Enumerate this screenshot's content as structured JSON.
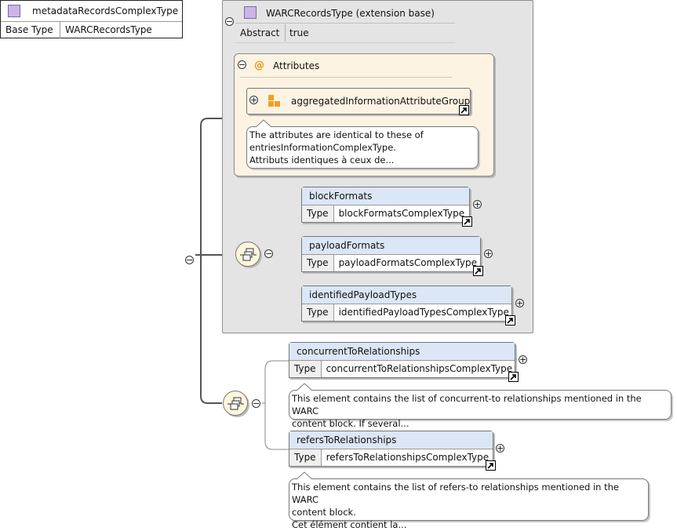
{
  "colors": {
    "element_header": "#dbe6f6",
    "attributes_bg": "#fdf3e3",
    "extension_bg": "#e4e4e4",
    "type_icon": "#c9b7e6",
    "group_icon": "#f0a020"
  },
  "root": {
    "name": "metadataRecordsComplexType",
    "property_label": "Base Type",
    "property_value": "WARCRecordsType"
  },
  "extension": {
    "title": "WARCRecordsType (extension base)",
    "property_label": "Abstract",
    "property_value": "true",
    "attributes_label": "Attributes",
    "attribute_group": "aggregatedInformationAttributeGroup",
    "attribute_note": "The attributes are identical to these of\nentriesInformationComplexType.\nAttributs identiques à ceux de...",
    "elements": [
      {
        "name": "blockFormats",
        "type_label": "Type",
        "type": "blockFormatsComplexType"
      },
      {
        "name": "payloadFormats",
        "type_label": "Type",
        "type": "payloadFormatsComplexType"
      },
      {
        "name": "identifiedPayloadTypes",
        "type_label": "Type",
        "type": "identifiedPayloadTypesComplexType"
      }
    ]
  },
  "sequence2": {
    "elements": [
      {
        "name": "concurrentToRelationships",
        "type_label": "Type",
        "type": "concurrentToRelationshipsComplexType",
        "note": "This element contains the list of concurrent-to relationships mentioned in the WARC\ncontent block. If several..."
      },
      {
        "name": "refersToRelationships",
        "type_label": "Type",
        "type": "refersToRelationshipsComplexType",
        "note": "This element contains the list of refers-to relationships mentioned in the WARC\ncontent block.\nCet élément contient la..."
      }
    ]
  },
  "icons": {
    "collapse": "minus-circle",
    "expand": "plus-circle",
    "attribute": "at-sign",
    "group": "attribute-group",
    "sequence": "sequence-compositor",
    "link": "arrow-link"
  }
}
